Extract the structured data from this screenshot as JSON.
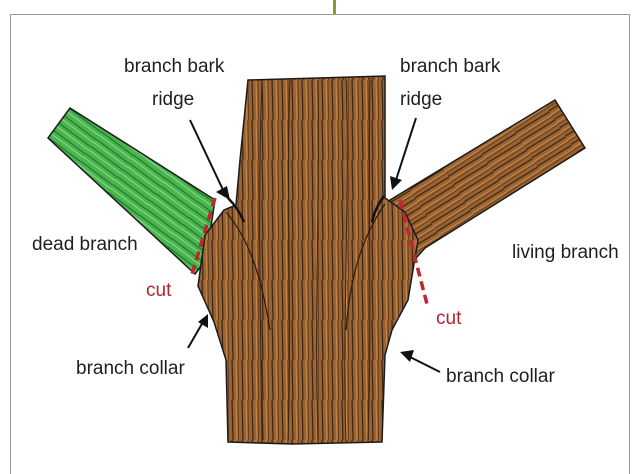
{
  "labels": {
    "branch_bark_ridge_left_line1": "branch bark",
    "branch_bark_ridge_left_line2": "ridge",
    "branch_bark_ridge_right_line1": "branch bark",
    "branch_bark_ridge_right_line2": "ridge",
    "dead_branch": "dead branch",
    "living_branch": "living branch",
    "cut_left": "cut",
    "cut_right": "cut",
    "branch_collar_left": "branch collar",
    "branch_collar_right": "branch collar"
  },
  "colors": {
    "bark": "#8b5a2b",
    "bark_dark": "#3b2414",
    "bark_light": "#c98a4a",
    "dead_branch": "#3fae4a",
    "dead_branch_dark": "#1c6b25",
    "cut_line": "#c0262d",
    "frame_border": "#9a9a9a",
    "accent": "#8c9a2a"
  }
}
